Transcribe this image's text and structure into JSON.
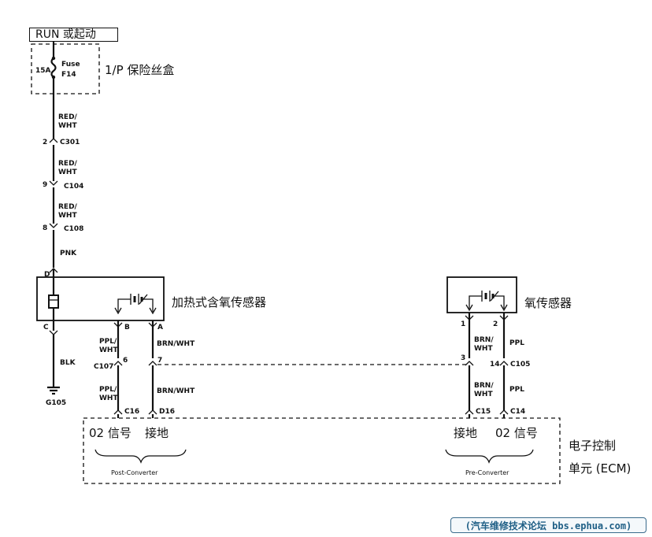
{
  "supply": {
    "label": "RUN 或起动"
  },
  "fuse": {
    "rating": "15A",
    "name_line1": "Fuse",
    "name_line2": "F14",
    "box_label": "1/P 保险丝盒"
  },
  "wires_left": [
    {
      "color_line1": "RED/",
      "color_line2": "WHT"
    },
    {
      "color_line1": "RED/",
      "color_line2": "WHT"
    },
    {
      "color_line1": "RED/",
      "color_line2": "WHT"
    },
    {
      "color_line1": "PNK",
      "color_line2": ""
    }
  ],
  "connectors_left": [
    {
      "pin": "2",
      "name": "C301"
    },
    {
      "pin": "9",
      "name": "C104"
    },
    {
      "pin": "8",
      "name": "C108"
    }
  ],
  "heated_sensor": {
    "label": "加热式含氧传感器",
    "pin_d": "D",
    "pin_c": "C",
    "pin_b": "B",
    "pin_a": "A"
  },
  "ground_wire": {
    "color": "BLK",
    "ground": "G105"
  },
  "post_wires": {
    "b_line1": "PPL/",
    "b_line2": "WHT",
    "a_label": "BRN/WHT",
    "connector": "C107",
    "pin6": "6",
    "pin7": "7",
    "b2_line1": "PPL/",
    "b2_line2": "WHT",
    "a2_label": "BRN/WHT",
    "ecm_pin_left": "C16",
    "ecm_pin_right": "D16"
  },
  "o2_sensor": {
    "label": "氧传感器",
    "pin1": "1",
    "pin2": "2",
    "w1_line1": "BRN/",
    "w1_line2": "WHT",
    "w2": "PPL",
    "pin3": "3",
    "pin14": "14",
    "connector": "C105",
    "w3_line1": "BRN/",
    "w3_line2": "WHT",
    "w4": "PPL",
    "ecm_pin_left": "C15",
    "ecm_pin_right": "C14"
  },
  "ecm": {
    "left_signal": "02 信号",
    "left_ground": "接地",
    "right_ground": "接地",
    "right_signal": "02 信号",
    "post_label": "Post-Converter",
    "pre_label": "Pre-Converter",
    "name_line1": "电子控制",
    "name_line2": "单元 (ECM)"
  },
  "watermark": {
    "text": "(汽车维修技术论坛 bbs.ephua.com)"
  }
}
